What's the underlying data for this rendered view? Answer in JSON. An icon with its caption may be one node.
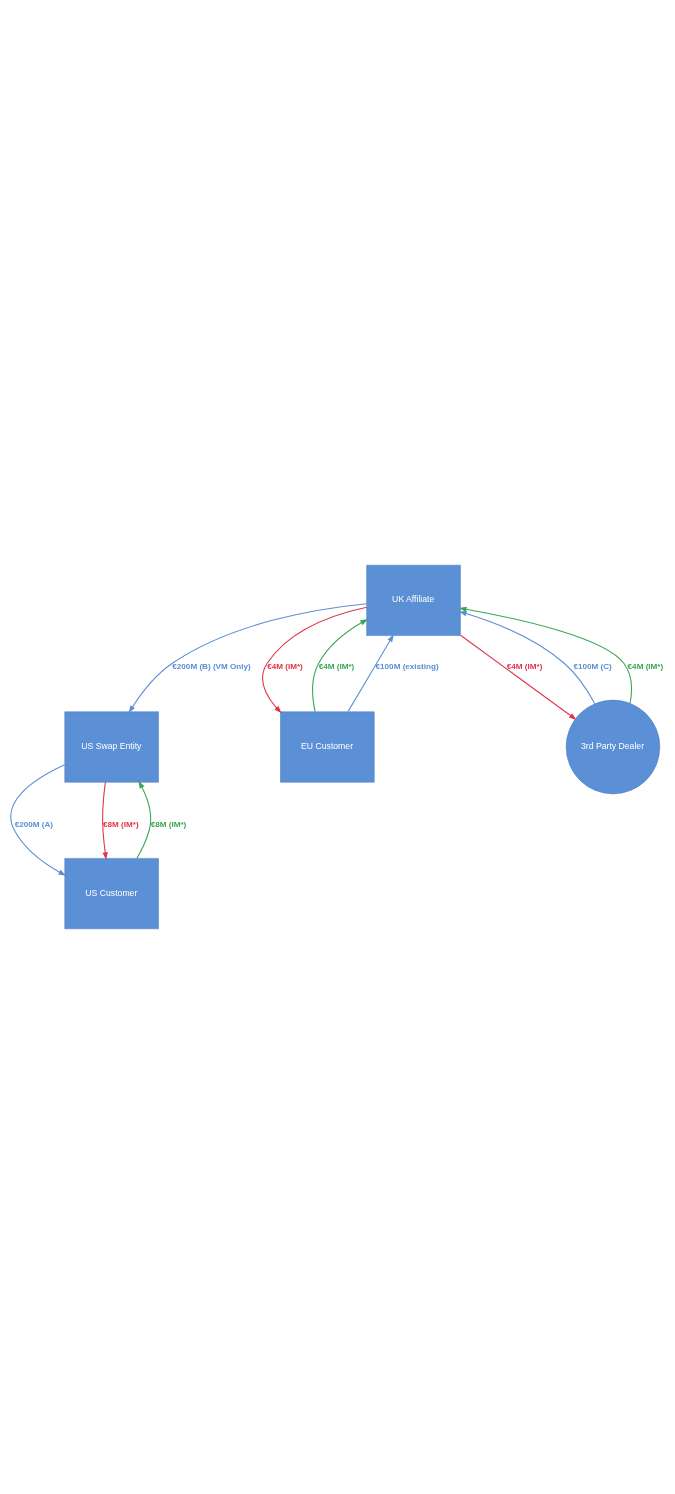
{
  "diagram": {
    "nodes": [
      {
        "text": [
          "US Swap Entity"
        ]
      },
      {
        "text": [
          "US Customer"
        ]
      },
      {
        "text": [
          "UK Affiliate"
        ]
      },
      {
        "text": [
          "EU Customer"
        ]
      },
      {
        "text": [
          "3rd Party Dealer"
        ]
      }
    ],
    "edges": [
      {
        "from": 0,
        "to": 1,
        "arrow": "to",
        "label": "€200M (A)",
        "color": "#5b8fd6"
      },
      {
        "from": 0,
        "to": 1,
        "arrow": "to",
        "label": "€8M (IM*)",
        "color": "#e0344a"
      },
      {
        "from": 1,
        "to": 0,
        "arrow": "to",
        "label": "€8M (IM*)",
        "color": "#3aa655"
      },
      {
        "from": 2,
        "to": 0,
        "arrow": "to",
        "label": "€200M (B) (VM Only)",
        "color": "#5b8fd6"
      },
      {
        "from": 3,
        "to": 2,
        "arrow": "to",
        "label": "€4M (IM*)",
        "color": "#3aa655"
      },
      {
        "from": 2,
        "to": 3,
        "arrow": "to",
        "label": "€4M (IM*)",
        "color": "#e0344a"
      },
      {
        "from": 3,
        "to": 2,
        "arrow": "to",
        "label": "€100M (existing)",
        "color": "#5b8fd6"
      },
      {
        "from": 4,
        "to": 2,
        "arrow": "to",
        "label": "€100M (C)",
        "color": "#5b8fd6"
      },
      {
        "from": 2,
        "to": 4,
        "arrow": "to",
        "label": "€4M (IM*)",
        "color": "#e0344a"
      },
      {
        "from": 4,
        "to": 2,
        "arrow": "to",
        "label": "€4M (IM*)",
        "color": "#3aa655"
      }
    ]
  }
}
